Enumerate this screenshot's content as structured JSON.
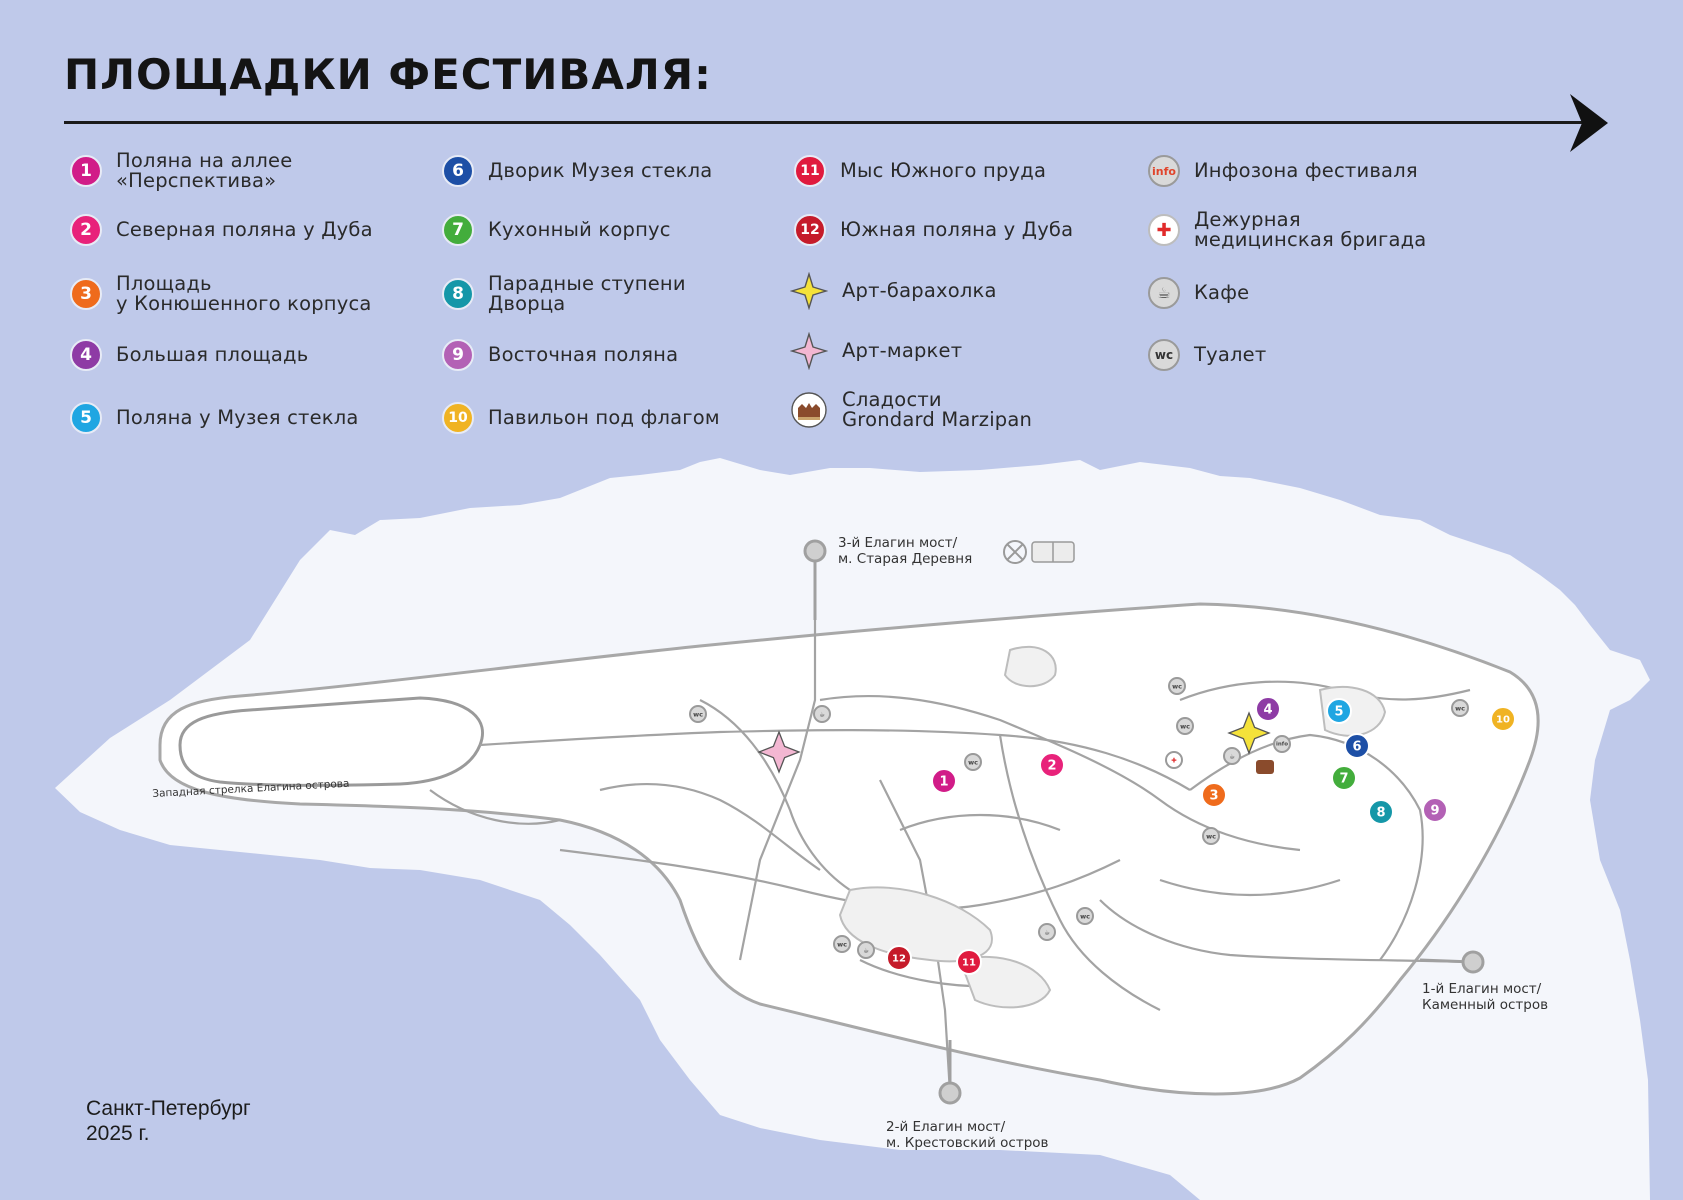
{
  "title": "ПЛОЩАДКИ ФЕСТИВАЛЯ:",
  "colors": {
    "background": "#bfc9ea",
    "island": "#f4f6fb",
    "park_fill": "#ffffff",
    "paths": "#9a9a9a"
  },
  "legend": {
    "venues": [
      {
        "number": "1",
        "lines": [
          "Поляна на аллее",
          "«Перспектива»"
        ],
        "color": "#d11c88"
      },
      {
        "number": "2",
        "lines": [
          "Северная поляна у Дуба"
        ],
        "color": "#e8227a"
      },
      {
        "number": "3",
        "lines": [
          "Площадь",
          "у Конюшенного корпуса"
        ],
        "color": "#ef6b1c"
      },
      {
        "number": "4",
        "lines": [
          "Большая площадь"
        ],
        "color": "#8e3ba5"
      },
      {
        "number": "5",
        "lines": [
          "Поляна у Музея стекла"
        ],
        "color": "#1fa6e2"
      },
      {
        "number": "6",
        "lines": [
          "Дворик Музея стекла"
        ],
        "color": "#1d4fa6"
      },
      {
        "number": "7",
        "lines": [
          "Кухонный корпус"
        ],
        "color": "#43ad3c"
      },
      {
        "number": "8",
        "lines": [
          "Парадные ступени",
          "Дворца"
        ],
        "color": "#1597a8"
      },
      {
        "number": "9",
        "lines": [
          "Восточная поляна"
        ],
        "color": "#b361b5"
      },
      {
        "number": "10",
        "lines": [
          "Павильон под флагом"
        ],
        "color": "#f0b323"
      },
      {
        "number": "11",
        "lines": [
          "Мыс Южного пруда"
        ],
        "color": "#e01a3e"
      },
      {
        "number": "12",
        "lines": [
          "Южная поляна у Дуба"
        ],
        "color": "#c51b2a"
      }
    ],
    "special": [
      {
        "icon": "star-yellow-icon",
        "lines": [
          "Арт-барахолка"
        ],
        "color": "#f5e23a"
      },
      {
        "icon": "star-pink-icon",
        "lines": [
          "Арт-маркет"
        ],
        "color": "#f3b7d2"
      },
      {
        "icon": "marzipan-shop-icon",
        "lines": [
          "Сладости",
          "Grondard Marzipan"
        ],
        "color": "#8a4b2c"
      }
    ],
    "services": [
      {
        "icon": "info-icon",
        "glyph": "info",
        "lines": [
          "Инфозона фестиваля"
        ]
      },
      {
        "icon": "medical-cross-icon",
        "glyph": "✚",
        "lines": [
          "Дежурная",
          "медицинская бригада"
        ]
      },
      {
        "icon": "cafe-icon",
        "glyph": "☕",
        "lines": [
          "Кафе"
        ]
      },
      {
        "icon": "toilet-icon",
        "glyph": "wc",
        "lines": [
          "Туалет"
        ]
      }
    ]
  },
  "map_labels": {
    "bridge3": [
      "3-й Елагин мост/",
      "м. Старая Деревня"
    ],
    "bridge1": [
      "1-й Елагин мост/",
      "Каменный остров"
    ],
    "bridge2": [
      "2-й Елагин мост/",
      "м. Крестовский остров"
    ],
    "western_tip": "Западная стрелка Елагина острова"
  },
  "footer": {
    "city": "Санкт-Петербург",
    "year": "2025 г."
  }
}
